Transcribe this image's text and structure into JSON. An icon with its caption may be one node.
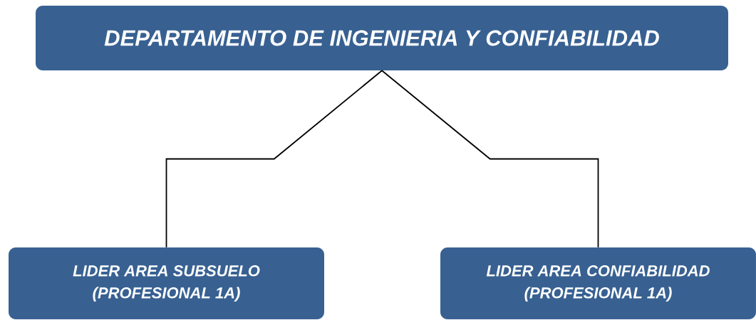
{
  "diagram": {
    "nodes": [
      {
        "text": [
          "DEPARTAMENTO DE INGENIERIA Y CONFIABILIDAD"
        ]
      },
      {
        "text": [
          "LIDER AREA SUBSUELO (PROFESIONAL 1A)"
        ]
      },
      {
        "text": [
          "LIDER AREA CONFIABILIDAD (PROFESIONAL 1A)"
        ]
      }
    ],
    "edges": [
      {
        "from": 0,
        "to": 1,
        "arrow": "none"
      },
      {
        "from": 0,
        "to": 2,
        "arrow": "none"
      }
    ]
  }
}
